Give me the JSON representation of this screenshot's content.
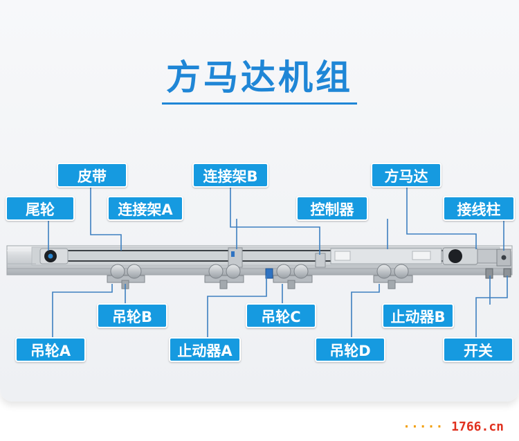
{
  "title": "方马达机组",
  "labels": {
    "pidai": "皮带",
    "lianjiejia_b": "连接架B",
    "fangmada": "方马达",
    "weilun": "尾轮",
    "lianjiejia_a": "连接架A",
    "kongzhiqi": "控制器",
    "jiexianzhu": "接线柱",
    "diaolun_b": "吊轮B",
    "diaolun_c": "吊轮C",
    "zhidongqi_b": "止动器B",
    "diaolun_a": "吊轮A",
    "zhidongqi_a": "止动器A",
    "diaolun_d": "吊轮D",
    "kaiguan": "开关"
  },
  "colors": {
    "accent": "#169ae0",
    "title": "#1f86d6",
    "leader_line": "#3d7fc0"
  },
  "watermark": {
    "dots": "·····",
    "text": "1766.cn"
  }
}
